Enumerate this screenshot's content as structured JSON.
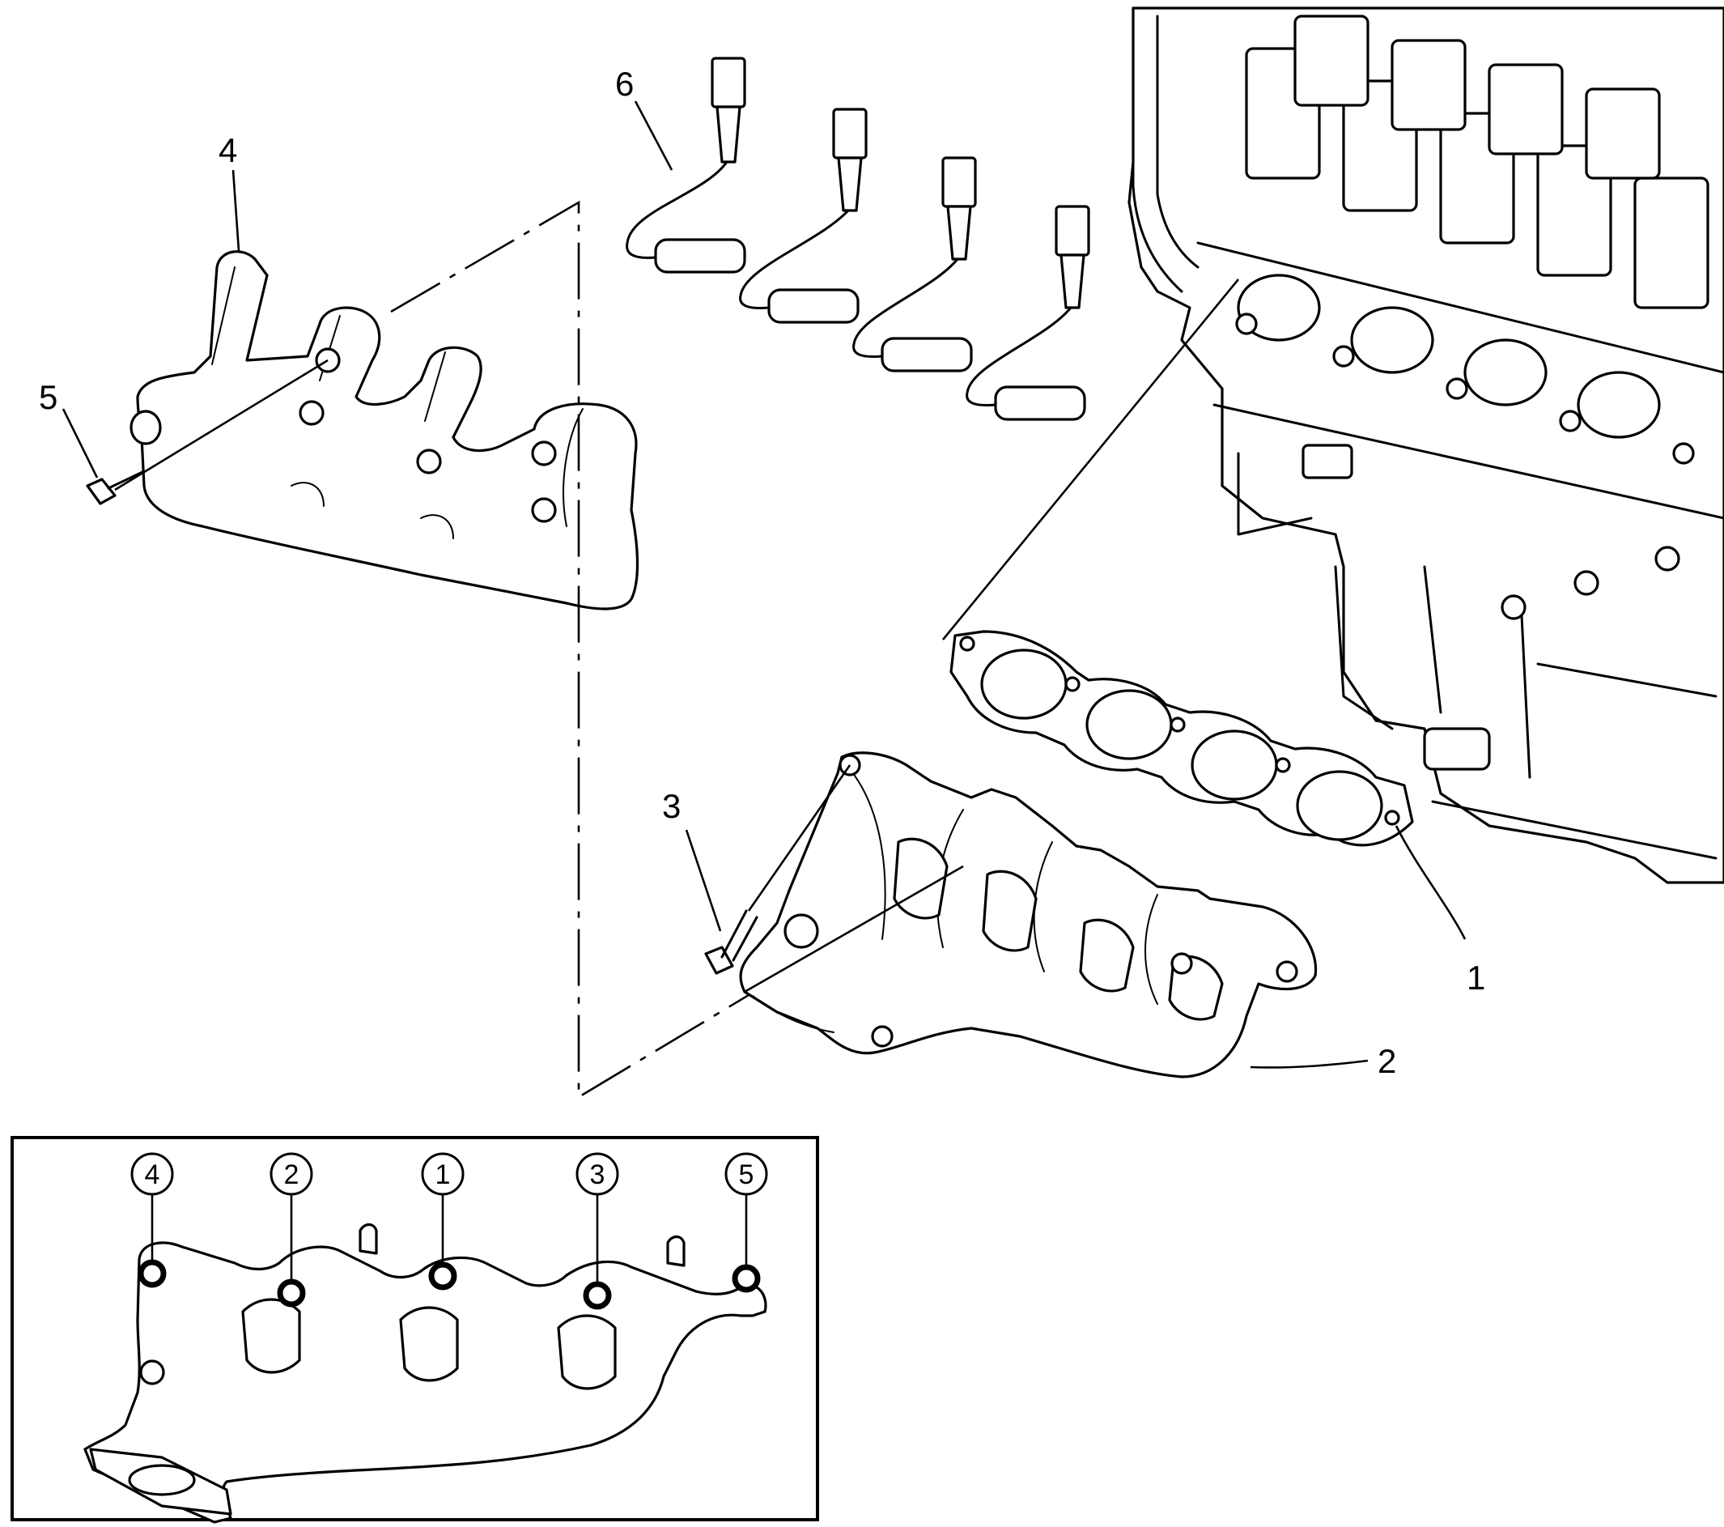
{
  "callouts": [
    {
      "id": "1",
      "label": "1",
      "part": "exhaust-manifold-gasket"
    },
    {
      "id": "2",
      "label": "2",
      "part": "exhaust-manifold"
    },
    {
      "id": "3",
      "label": "3",
      "part": "exhaust-manifold-bolt"
    },
    {
      "id": "4",
      "label": "4",
      "part": "exhaust-manifold-heat-shield"
    },
    {
      "id": "5",
      "label": "5",
      "part": "heat-shield-bolt"
    },
    {
      "id": "6",
      "label": "6",
      "part": "spark-plug-wires"
    }
  ],
  "tightening_sequence": [
    "4",
    "2",
    "1",
    "3",
    "5"
  ]
}
